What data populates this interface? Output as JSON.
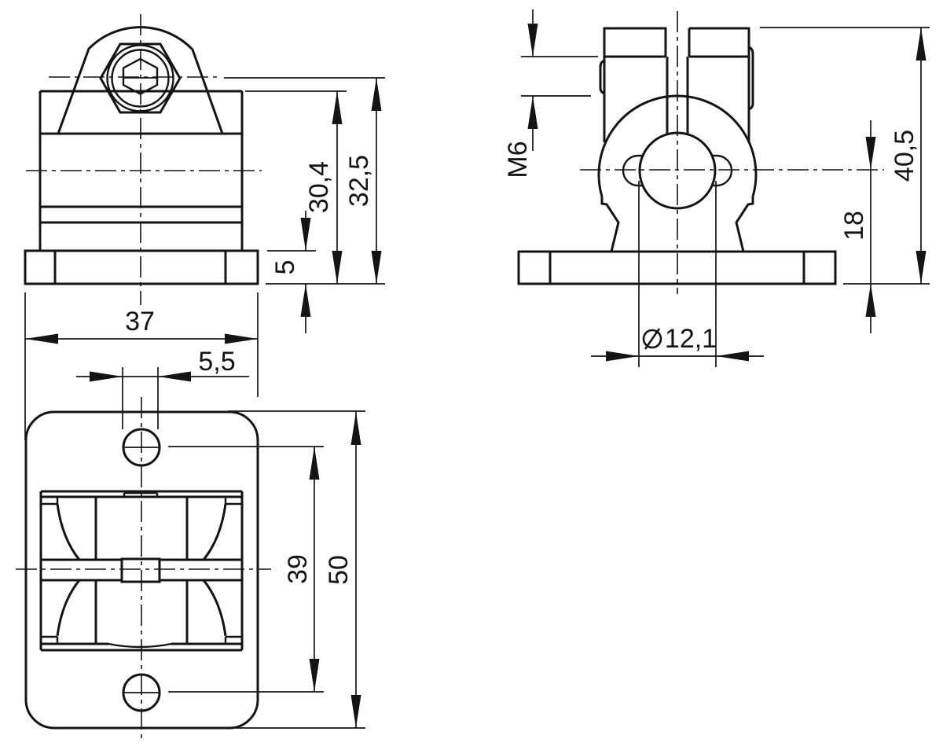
{
  "drawing": {
    "type": "technical-drawing-3-views",
    "background": "#ffffff",
    "line_color": "#141414",
    "views": {
      "front_view": {
        "id": "front-view",
        "position": "top-left"
      },
      "side_view": {
        "id": "side-view",
        "position": "top-right"
      },
      "top_view": {
        "id": "top-view",
        "position": "bottom-left"
      }
    },
    "dimensions": {
      "front_inner_height": "30,4",
      "front_total_height": "32,5",
      "front_base_thickness": "5",
      "front_width": "37",
      "top_slot_width": "5,5",
      "top_hole_spacing": "39",
      "top_plate_length": "50",
      "side_thread": "M6",
      "side_total_height": "40,5",
      "side_bore_center_height": "18",
      "side_bore_diameter_label": "⌀12,1",
      "side_bore_diameter_value": "12,1",
      "side_bore_diameter_symbol": "diameter"
    }
  }
}
